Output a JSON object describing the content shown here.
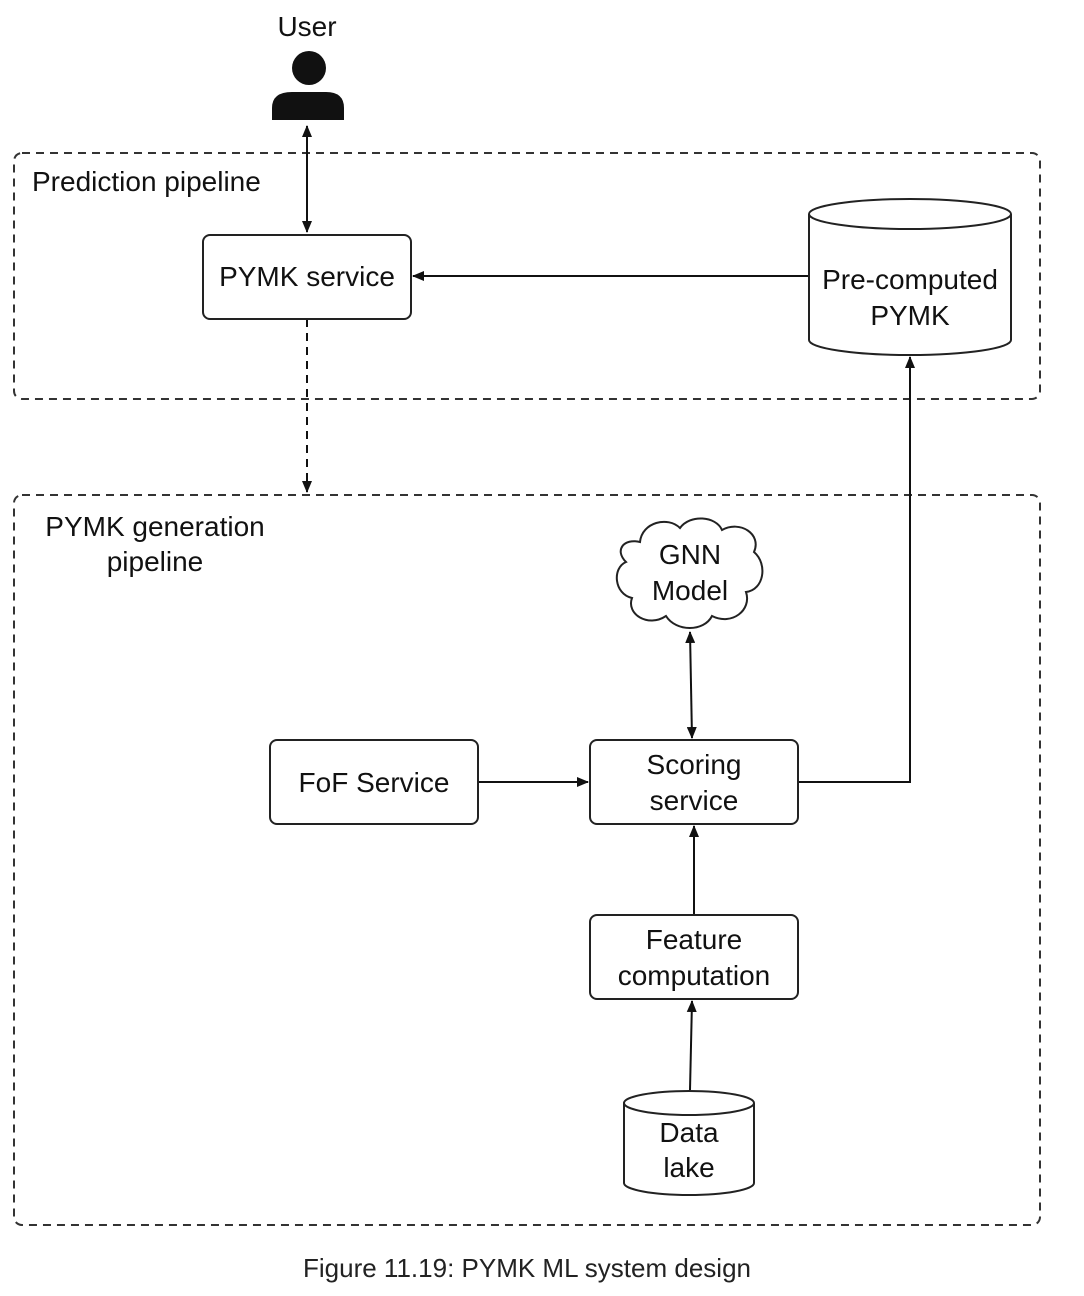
{
  "user": {
    "label": "User"
  },
  "groups": {
    "prediction": {
      "label": "Prediction pipeline"
    },
    "generation": {
      "line1": "PYMK generation",
      "line2": "pipeline"
    }
  },
  "nodes": {
    "pymk_service": {
      "label": "PYMK service"
    },
    "precomputed": {
      "line1": "Pre-computed",
      "line2": "PYMK"
    },
    "gnn_model": {
      "line1": "GNN",
      "line2": "Model"
    },
    "fof_service": {
      "label": "FoF Service"
    },
    "scoring_service": {
      "line1": "Scoring",
      "line2": "service"
    },
    "feature_computation": {
      "line1": "Feature",
      "line2": "computation"
    },
    "data_lake": {
      "line1": "Data",
      "line2": "lake"
    }
  },
  "caption": "Figure 11.19: PYMK ML system design"
}
